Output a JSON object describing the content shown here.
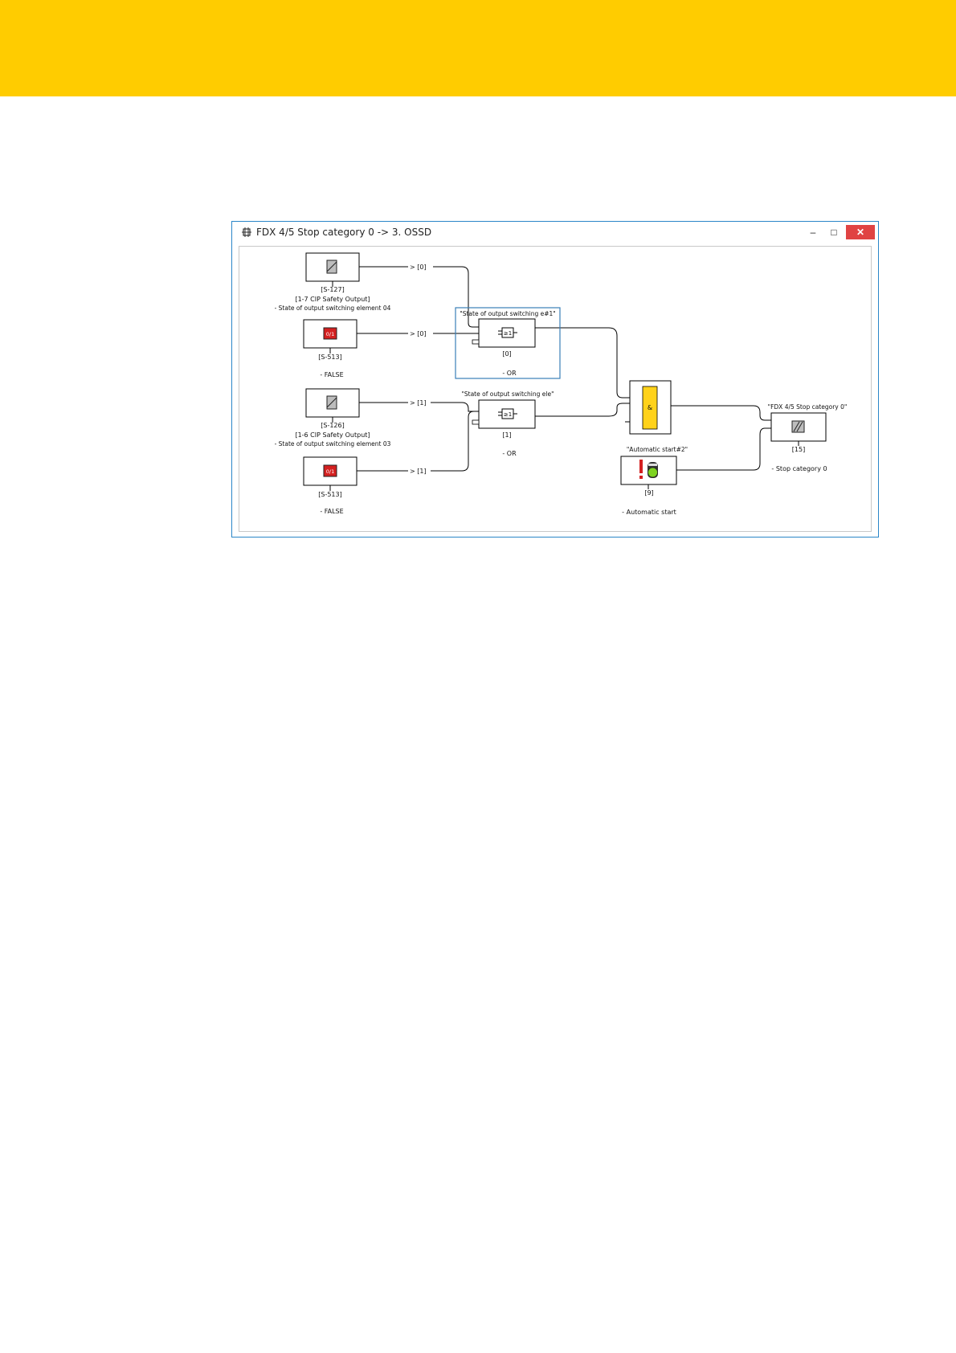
{
  "page": {
    "header_band_color": "#ffcc00"
  },
  "window": {
    "title": "FDX 4/5 Stop category 0  ->  3. OSSD",
    "minimize_glyph": "–",
    "maximize_glyph": "□",
    "close_glyph": "✕",
    "accent_color": "#2a86c8",
    "close_color": "#e04343"
  },
  "diagram": {
    "inputs": [
      {
        "id": "[S-127]",
        "label": "[1-7 CIP Safety Output]",
        "desc": "- State of output switching element 04",
        "icon": "safety-output-icon",
        "connector": "> [0]"
      },
      {
        "id": "[S-513]",
        "label": "",
        "desc": "-  FALSE",
        "icon": "false-constant-icon",
        "icon_text": "0/1",
        "connector": "> [0]"
      },
      {
        "id": "[S-126]",
        "label": "[1-6 CIP Safety Output]",
        "desc": "- State of output switching element 03",
        "icon": "safety-output-icon",
        "connector": "> [1]"
      },
      {
        "id": "[S-513]",
        "label": "",
        "desc": "-  FALSE",
        "icon": "false-constant-icon",
        "icon_text": "0/1",
        "connector": "> [1]"
      }
    ],
    "or_blocks": [
      {
        "name": "\"State of output switching e#1\"",
        "symbol": "≥1",
        "index": "[0]",
        "desc": "- OR"
      },
      {
        "name": "\"State of output switching ele\"",
        "symbol": "≥1",
        "index": "[1]",
        "desc": "- OR"
      }
    ],
    "and_block": {
      "symbol": "&",
      "color": "#ffd21a"
    },
    "auto_start": {
      "name": "\"Automatic start#2\"",
      "index": "[9]",
      "desc": "- Automatic start",
      "icon": "automatic-start-icon"
    },
    "output": {
      "name": "\"FDX 4/5 Stop category 0\"",
      "index": "[15]",
      "desc": "- Stop category 0",
      "icon": "safety-output-icon"
    },
    "false_color": "#d42020",
    "selection_color": "#3a7fb8"
  }
}
